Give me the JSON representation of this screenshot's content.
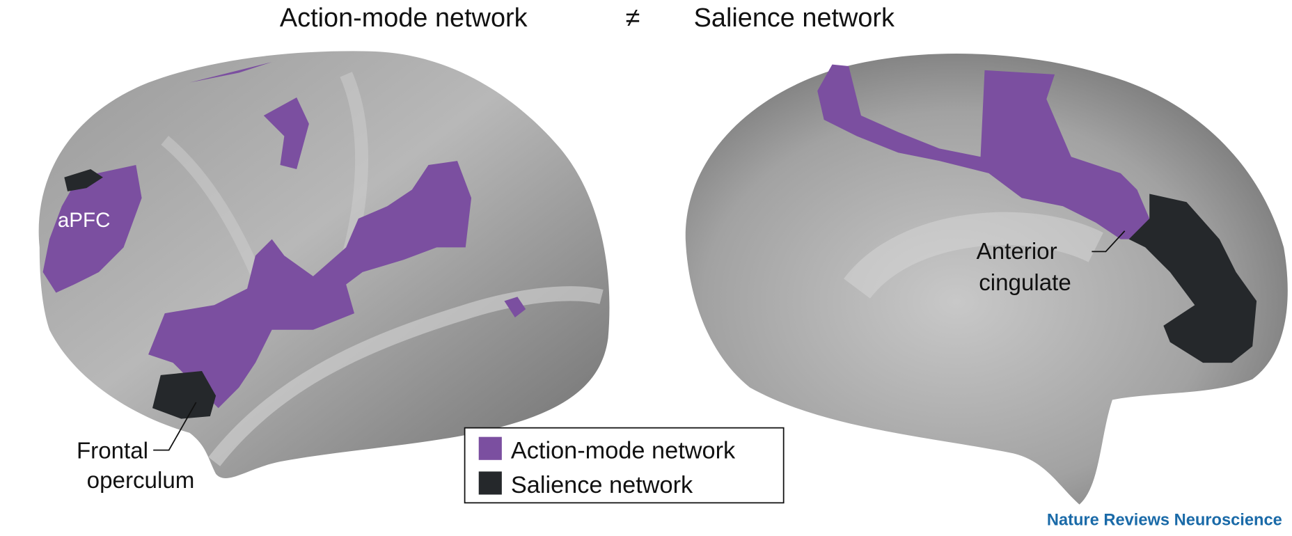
{
  "title": {
    "left": "Action-mode network",
    "symbol": "≠",
    "right": "Salience network"
  },
  "labels": {
    "apfc": "aPFC",
    "frontal_operculum": [
      "Frontal",
      "operculum"
    ],
    "anterior_cingulate": [
      "Anterior",
      "cingulate"
    ]
  },
  "legend": {
    "items": [
      {
        "label": "Action-mode network",
        "color": "#7b4fa0"
      },
      {
        "label": "Salience network",
        "color": "#25282b"
      }
    ]
  },
  "credit": "Nature Reviews Neuroscience",
  "colors": {
    "action": "#7b4fa0",
    "salience": "#25282b",
    "credit": "#1a6aa8"
  }
}
